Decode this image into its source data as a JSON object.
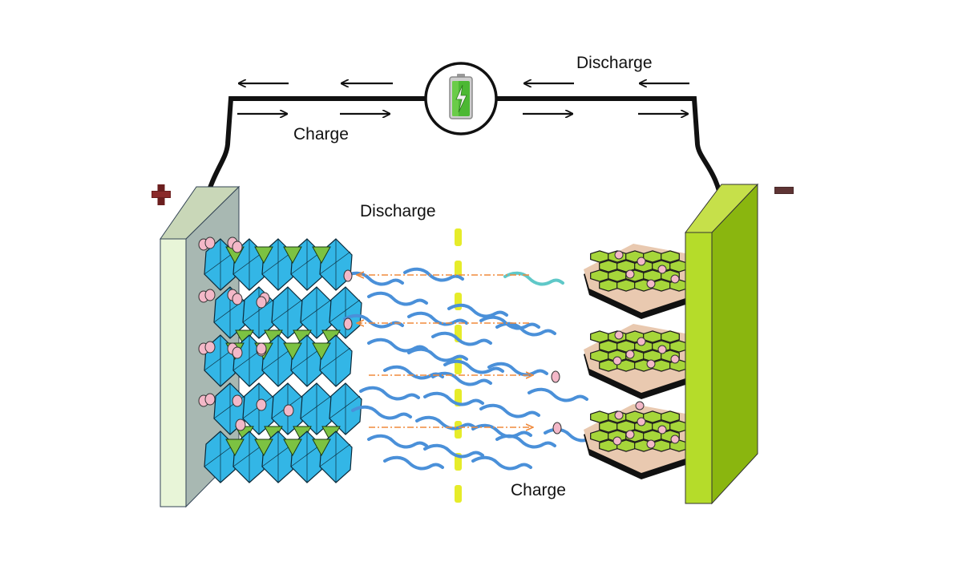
{
  "labels": {
    "top_discharge": "Discharge",
    "top_charge": "Charge",
    "middle_discharge": "Discharge",
    "bottom_charge": "Charge"
  },
  "terminals": {
    "positive_icon": "plus-sign-icon",
    "negative_icon": "minus-sign-icon"
  },
  "battery_icon": "battery-charging-icon",
  "colors": {
    "positive_current_collector": "#e8f5d8",
    "negative_current_collector": "#a8d21a",
    "octahedra": "#33b6e6",
    "tetrahedra": "#7cc242",
    "graphite_sheets": "#a6d63a",
    "lithium_ions": "#f3b8c8",
    "electrolyte_chains": "#4a90d9",
    "separator": "#e6ec2a",
    "ion_path_arrows": "#f08a3c",
    "terminal_sign": "#6b1e1e"
  }
}
